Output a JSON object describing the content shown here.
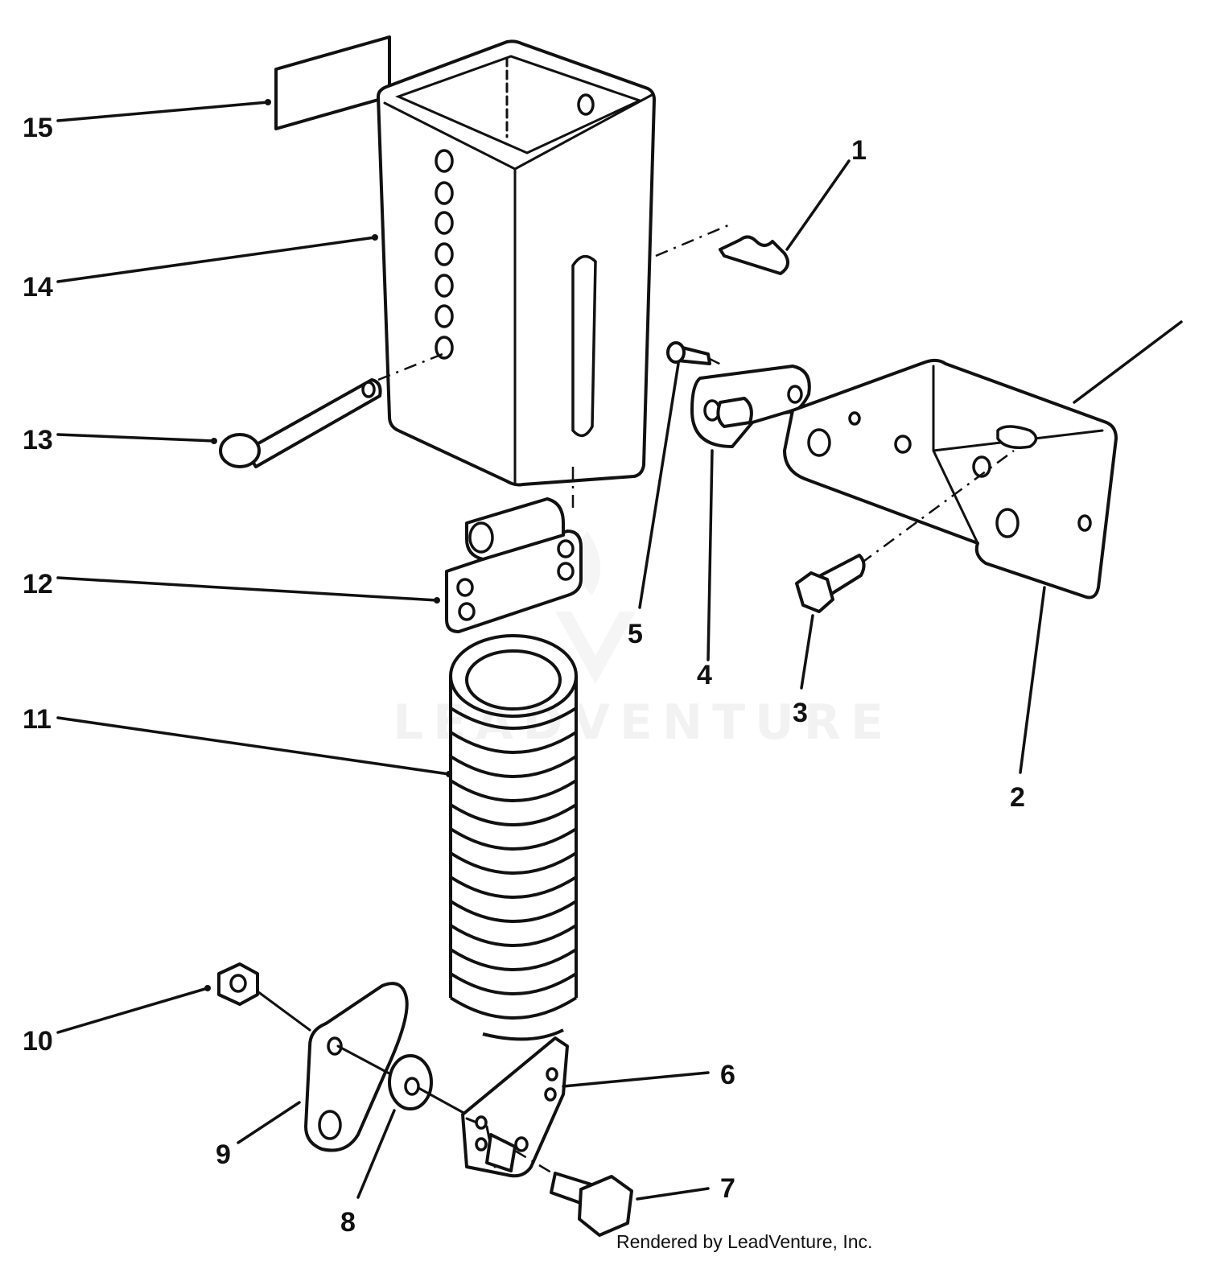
{
  "diagram": {
    "callouts": [
      "1",
      "2",
      "3",
      "4",
      "5",
      "6",
      "7",
      "8",
      "9",
      "10",
      "11",
      "12",
      "13",
      "14",
      "15"
    ],
    "watermark_text": "LEADVENTURE",
    "footer_text": "Rendered by LeadVenture, Inc."
  }
}
